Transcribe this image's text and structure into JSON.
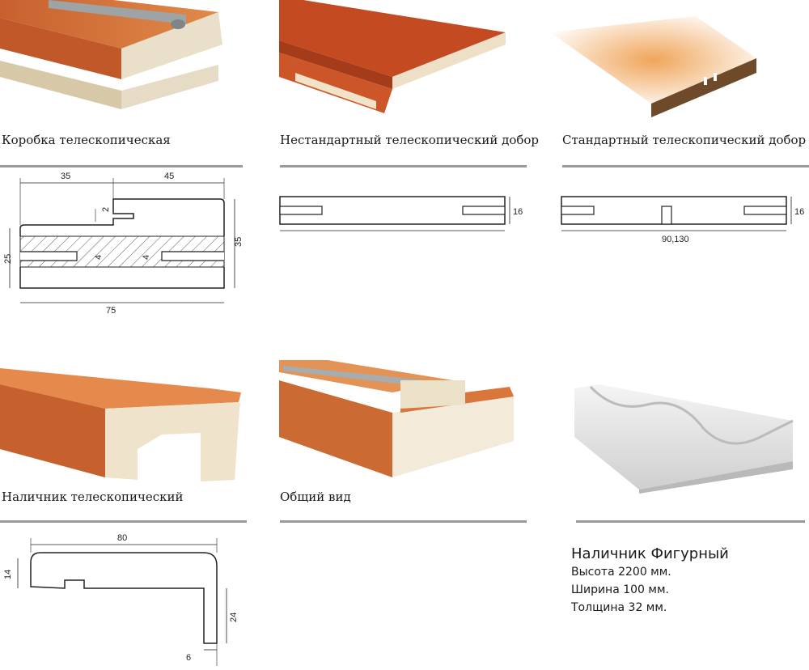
{
  "products": [
    {
      "caption": "Коробка телескопическая"
    },
    {
      "caption": "Нестандартный телескопический добор"
    },
    {
      "caption": "Стандартный телескопический добор"
    },
    {
      "caption": "Наличник телескопический"
    },
    {
      "caption": "Общий вид"
    }
  ],
  "dimensions": {
    "box": {
      "top_left": "35",
      "top_right": "45",
      "groove": "2",
      "left_height": "25",
      "right_height": "35",
      "width": "75",
      "slot_a": "4",
      "slot_b": "4"
    },
    "nonstandard_extension": {
      "thickness": "16"
    },
    "standard_extension": {
      "thickness": "16",
      "widths": "90,130"
    },
    "casing": {
      "width": "80",
      "lip": "14",
      "leg": "24",
      "thickness": "6"
    }
  },
  "figured_casing": {
    "title": "Наличник Фигурный",
    "height": "Высота 2200 мм.",
    "width": "Ширина 100 мм.",
    "thickness": "Толщина 32 мм."
  },
  "colors": {
    "wood": "#d9733a",
    "wood_dark": "#b8542a",
    "core": "#e8dcc4",
    "rule": "#9a9a9a"
  }
}
